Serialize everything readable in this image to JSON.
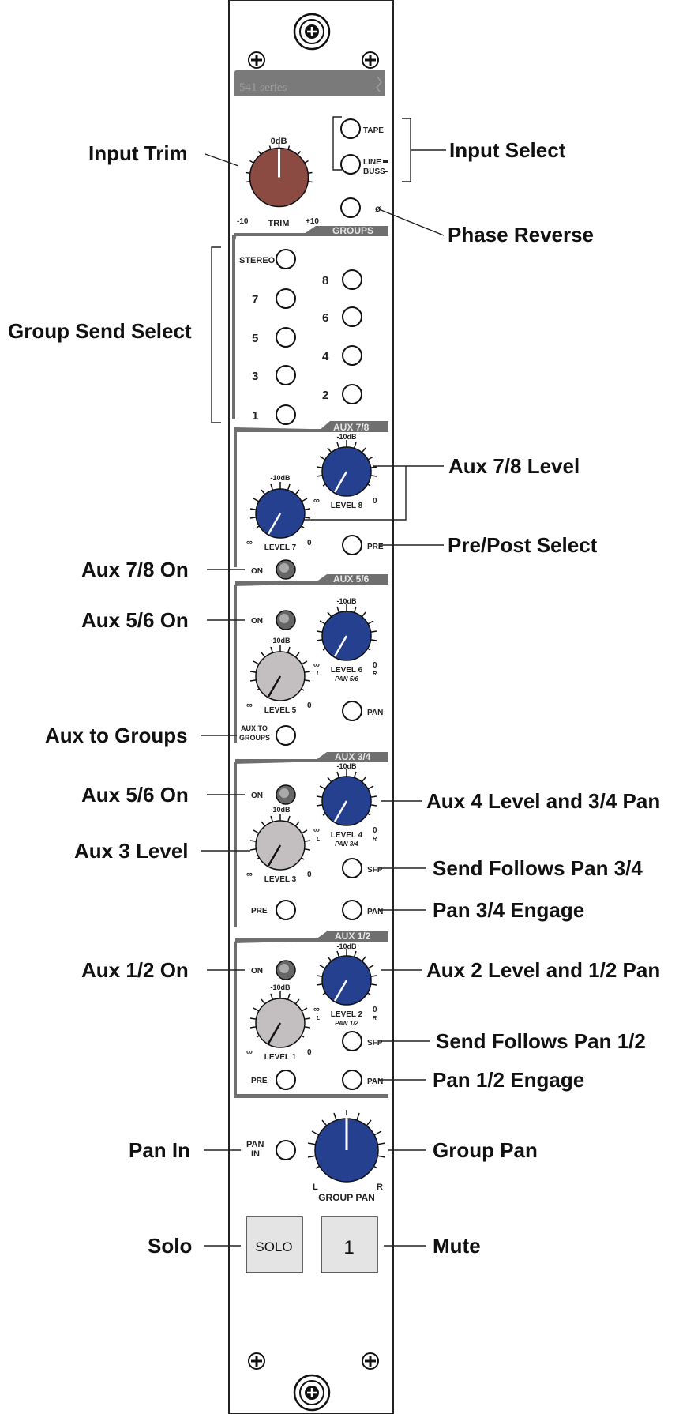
{
  "panel": {
    "series": "541 series",
    "trim": {
      "top": "0dB",
      "left": "-10",
      "name": "TRIM",
      "right": "+10"
    },
    "inputs": {
      "tape": "TAPE",
      "line": "LINE",
      "buss": "BUSS"
    },
    "phase_symbol": "ø",
    "groups": {
      "header": "GROUPS",
      "stereo": "STEREO",
      "left": [
        "7",
        "5",
        "3",
        "1"
      ],
      "right": [
        "8",
        "6",
        "4",
        "2"
      ]
    },
    "aux78": {
      "header": "AUX 7/8",
      "level7": {
        "top": "-10dB",
        "name": "LEVEL 7",
        "min": "∞",
        "max": "0"
      },
      "level8": {
        "top": "-10dB",
        "name": "LEVEL 8",
        "min": "∞",
        "max": "0"
      },
      "pre": "PRE",
      "on": "ON"
    },
    "aux56": {
      "header": "AUX 5/6",
      "on": "ON",
      "level5": {
        "top": "-10dB",
        "name": "LEVEL 5",
        "min": "∞",
        "max": "0"
      },
      "level6": {
        "top": "-10dB",
        "name": "LEVEL 6",
        "sub": "PAN 5/6",
        "min": "∞",
        "max": "0",
        "l": "L",
        "r": "R"
      },
      "aux_to_groups": [
        "AUX TO",
        "GROUPS"
      ],
      "pan": "PAN"
    },
    "aux34": {
      "header": "AUX 3/4",
      "on": "ON",
      "level3": {
        "top": "-10dB",
        "name": "LEVEL 3",
        "min": "∞",
        "max": "0"
      },
      "level4": {
        "top": "-10dB",
        "name": "LEVEL 4",
        "sub": "PAN 3/4",
        "min": "∞",
        "max": "0",
        "l": "L",
        "r": "R"
      },
      "sfp": "SFP",
      "pre": "PRE",
      "pan": "PAN"
    },
    "aux12": {
      "header": "AUX 1/2",
      "on": "ON",
      "level1": {
        "top": "-10dB",
        "name": "LEVEL 1",
        "min": "∞",
        "max": "0"
      },
      "level2": {
        "top": "-10dB",
        "name": "LEVEL 2",
        "sub": "PAN 1/2",
        "min": "∞",
        "max": "0",
        "l": "L",
        "r": "R"
      },
      "sfp": "SFP",
      "pre": "PRE",
      "pan": "PAN"
    },
    "pan_in": [
      "PAN",
      "IN"
    ],
    "group_pan": {
      "name": "GROUP PAN",
      "l": "L",
      "r": "R"
    },
    "solo": "SOLO",
    "mute": "1"
  },
  "callouts": {
    "input_trim": "Input Trim",
    "input_select": "Input Select",
    "phase_reverse": "Phase Reverse",
    "group_send_select": "Group Send Select",
    "aux78_level": "Aux 7/8 Level",
    "pre_post_select": "Pre/Post Select",
    "aux78_on": "Aux 7/8 On",
    "aux56_on": "Aux 5/6 On",
    "aux_to_groups": "Aux to Groups",
    "aux56_on_2": "Aux 5/6 On",
    "aux4_level_pan": "Aux 4 Level and 3/4 Pan",
    "aux3_level": "Aux 3 Level",
    "sfp34": "Send Follows Pan 3/4",
    "pan34_engage": "Pan 3/4 Engage",
    "aux12_on": "Aux 1/2 On",
    "aux2_level_pan": "Aux 2 Level and 1/2 Pan",
    "sfp12": "Send Follows Pan 1/2",
    "pan12_engage": "Pan 1/2 Engage",
    "pan_in": "Pan In",
    "group_pan": "Group Pan",
    "solo": "Solo",
    "mute": "Mute"
  },
  "colors": {
    "trim_knob": "#8b4a42",
    "blue_knob": "#25408f",
    "gray_knob": "#c3bfc0",
    "header_band": "#6f6f6f",
    "panel": "#ffffff"
  }
}
